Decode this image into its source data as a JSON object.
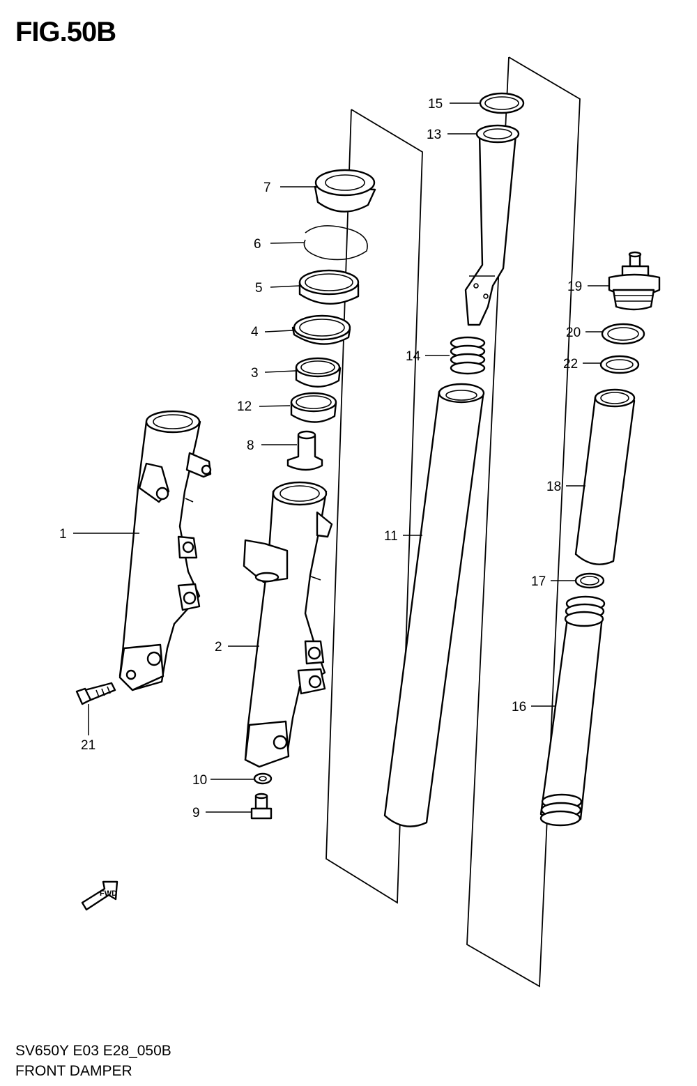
{
  "figure_title": "FIG.50B",
  "footer": {
    "model_code": "SV650Y E03 E28_050B",
    "section_name": "FRONT DAMPER"
  },
  "callouts": {
    "p1": "1",
    "p2": "2",
    "p3": "3",
    "p4": "4",
    "p5": "5",
    "p6": "6",
    "p7": "7",
    "p8": "8",
    "p9": "9",
    "p10": "10",
    "p11": "11",
    "p12": "12",
    "p13": "13",
    "p14": "14",
    "p15": "15",
    "p16": "16",
    "p17": "17",
    "p18": "18",
    "p19": "19",
    "p20": "20",
    "p21": "21",
    "p22": "22"
  },
  "fwd_arrow_label": "FWD"
}
